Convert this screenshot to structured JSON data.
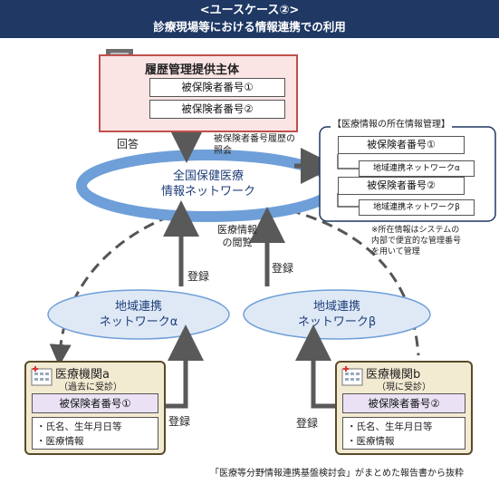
{
  "header": {
    "title": "<ユースケース②>",
    "subtitle": "診療現場等における情報連携での利用"
  },
  "provider": {
    "title": "履歴管理提供主体",
    "insurer_no_1": "被保険者番号①",
    "insurer_no_2": "被保険者番号②"
  },
  "labels": {
    "answer": "回答",
    "history_query": "被保険者番号履歴の\n照会",
    "medical_view": "医療情報\nの閲覧",
    "register": "登録"
  },
  "national_network": "全国保健医療\n情報ネットワーク",
  "location_mgmt": {
    "title": "【医療情報の所在情報管理】",
    "insurer_no_1": "被保険者番号①",
    "network_alpha": "地域連携ネットワークα",
    "insurer_no_2": "被保険者番号②",
    "network_beta": "地域連携ネットワークβ",
    "note": "※所在情報はシステムの\n内部で便宜的な管理番号\nを用いて管理"
  },
  "region_alpha": "地域連携\nネットワークα",
  "region_beta": "地域連携\nネットワークβ",
  "institution_a": {
    "name": "医療機関a",
    "sub": "（過去に受診）",
    "insurer_no": "被保険者番号①",
    "items": [
      "・氏名、生年月日等",
      "・医療情報"
    ]
  },
  "institution_b": {
    "name": "医療機関b",
    "sub": "（現に受診）",
    "insurer_no": "被保険者番号②",
    "items": [
      "・氏名、生年月日等",
      "・医療情報"
    ]
  },
  "footnote": "「医療等分野情報連携基盤検討会」がまとめた報告書から抜粋",
  "colors": {
    "header_bg": "#1f3864",
    "provider_border": "#c0504d",
    "provider_bg": "#fbe4e4",
    "ring": "#6f9fd8",
    "region_fill": "#dfe9f6",
    "arrow": "#595959",
    "inst_bg": "#f3ead2"
  },
  "icons": [
    "building-icon",
    "hospital-icon"
  ]
}
